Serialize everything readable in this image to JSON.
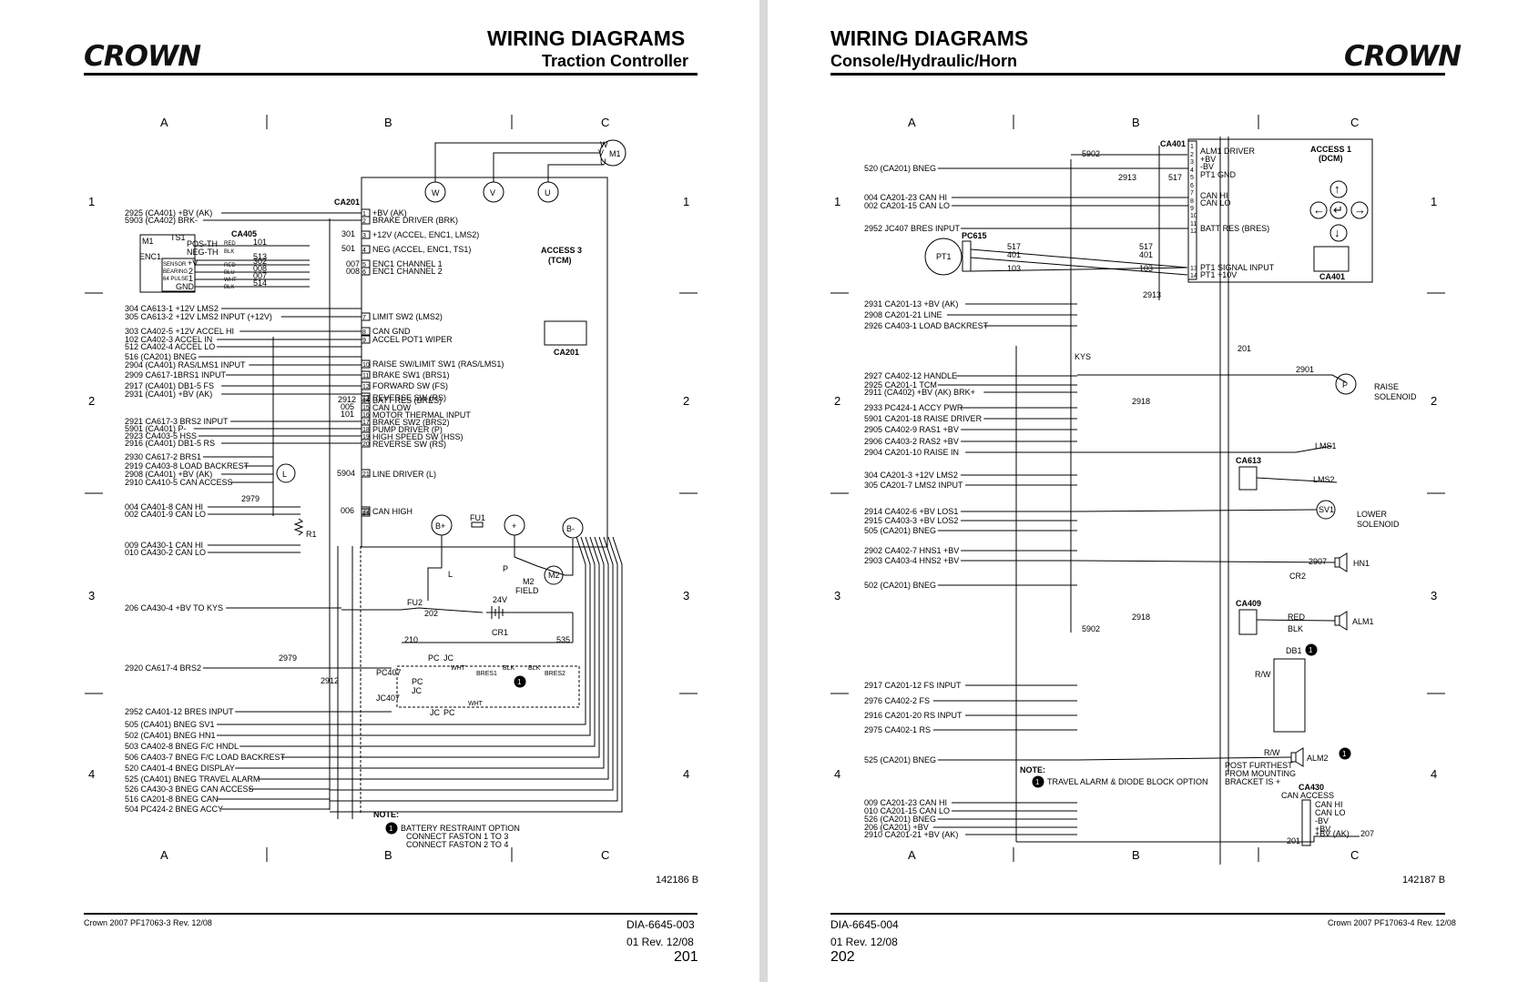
{
  "left": {
    "logo": "CROWN",
    "title": "WIRING DIAGRAMS",
    "subtitle": "Traction Controller",
    "col_labels": [
      "A",
      "B",
      "C"
    ],
    "row_labels": [
      "1",
      "2",
      "3",
      "4"
    ],
    "module": {
      "name": "ACCESS 3",
      "sub": "(TCM)",
      "connector": "CA201",
      "motor": "M1",
      "motor_terms": [
        "W",
        "V",
        "U"
      ],
      "batt_pos": "B+",
      "batt_neg": "B-",
      "fuse": "FU1",
      "plus": "+"
    },
    "left_wires": [
      "2925 (CA401) +BV (AK)",
      "5903 (CA402) BRK-",
      "304 CA613-1 +12V LMS2",
      "305 CA613-2 +12V LMS2 INPUT (+12V)",
      "303 CA402-5 +12V ACCEL HI",
      "102 CA402-3 ACCEL IN",
      "512 CA402-4 ACCEL LO",
      "516 (CA201) BNEG",
      "2904 (CA401) RAS/LMS1 INPUT",
      "2909 CA617-1BRS1 INPUT",
      "2917 (CA401) DB1-5 FS",
      "2931 (CA401) +BV (AK)",
      "2921 CA617-3 BRS2 INPUT",
      "5901 (CA401) P-",
      "2923 CA403-5 HSS",
      "2916 (CA401) DB1-5 RS",
      "2930 CA617-2 BRS1",
      "2919 CA403-8 LOAD BACKREST",
      "2908 (CA401) +BV (AK)",
      "2910 CA410-5 CAN ACCESS",
      "004 CA401-8 CAN HI",
      "002 CA401-9 CAN LO",
      "009 CA430-1 CAN HI",
      "010 CA430-2 CAN LO",
      "206 CA430-4 +BV TO KYS",
      "2920 CA617-4 BRS2",
      "2952 CA401-12 BRES INPUT",
      "505 (CA401) BNEG SV1",
      "502 (CA401) BNEG HN1",
      "503 CA402-8 BNEG F/C HNDL",
      "506 CA403-7 BNEG F/C LOAD BACKREST",
      "520 CA401-4 BNEG DISPLAY",
      "525 (CA401) BNEG TRAVEL ALARM",
      "526 CA430-3 BNEG CAN ACCESS",
      "516 CA201-8 BNEG CAN",
      "504 PC424-2 BNEG ACCY"
    ],
    "pins": [
      "+BV (AK)",
      "BRAKE DRIVER (BRK)",
      "+12V (ACCEL, ENC1, LMS2)",
      "NEG (ACCEL, ENC1, TS1)",
      "ENC1 CHANNEL 1",
      "ENC1 CHANNEL 2",
      "LIMIT SW2 (LMS2)",
      "CAN GND",
      "ACCEL POT1 WIPER",
      "RAISE SW/LIMIT SW1 (RAS/LMS1)",
      "BRAKE SW1 (BRS1)",
      "FORWARD SW (FS)",
      "REVERSE SW (RS)",
      "BATT RES (BRES)",
      "CAN LOW",
      "MOTOR THERMAL INPUT",
      "BRAKE SW2 (BRS2)",
      "PUMP DRIVER (P)",
      "HIGH SPEED SW (HSS)",
      "REVERSE SW (RS)",
      "LINE DRIVER (L)",
      "CAN HIGH"
    ],
    "pin_nums": [
      "1",
      "2",
      "3",
      "4",
      "5",
      "6",
      "7",
      "8",
      "9",
      "10",
      "11",
      "12",
      "13",
      "14",
      "15",
      "16",
      "17",
      "18",
      "19",
      "20",
      "21",
      "22",
      "23"
    ],
    "enc_box": {
      "m1": "M1",
      "ts1": "TS1",
      "enc1": "ENC1",
      "ca405": "CA405",
      "pos": "POS-TH",
      "neg": "NEG-TH",
      "labels": [
        "SENSOR",
        "BEARING",
        "64 PULSE"
      ],
      "sigs": [
        "+V",
        "2",
        "1",
        "GND"
      ],
      "colors": [
        "RED",
        "BLK",
        "RED",
        "BLU",
        "WHT",
        "BLK"
      ],
      "wires": [
        "101",
        "513",
        "302",
        "008",
        "007",
        "514"
      ]
    },
    "inner_wires": [
      "301",
      "501",
      "007",
      "008",
      "2912",
      "005",
      "101",
      "5904",
      "006",
      "2979",
      "2912",
      "210",
      "535",
      "202"
    ],
    "misc": {
      "R1": "R1",
      "L": "L",
      "FU2": "FU2",
      "CR1": "CR1",
      "24V": "24V",
      "M2": "M2",
      "FIELD": "FIELD",
      "P": "P",
      "PC": "PC",
      "JC": "JC",
      "PC407": "PC407",
      "JC407": "JC407",
      "BRES1": "BRES1",
      "BRES2": "BRES2",
      "WHT": "WHT",
      "BLK": "BLK",
      "L_field": "L"
    },
    "note_title": "NOTE:",
    "note_lines": [
      "BATTERY RESTRAINT OPTION",
      "CONNECT FASTON 1 TO 3",
      "CONNECT FASTON 2 TO 4"
    ],
    "note_marker": "1",
    "ref": "142186 B",
    "footer_left": "Crown 2007 PF17063-3 Rev. 12/08",
    "doc_id": "DIA-6645-003",
    "rev": "01 Rev. 12/08",
    "page_no": "201"
  },
  "right": {
    "logo": "CROWN",
    "title": "WIRING DIAGRAMS",
    "subtitle": "Console/Hydraulic/Horn",
    "col_labels": [
      "A",
      "B",
      "C"
    ],
    "row_labels": [
      "1",
      "2",
      "3",
      "4"
    ],
    "module": {
      "name": "ACCESS 1",
      "sub": "(DCM)",
      "connector": "CA401"
    },
    "pins": [
      "ALM1 DRIVER",
      "+BV",
      "-BV",
      "PT1 GND",
      "CAN HI",
      "CAN LO",
      "BATT RES (BRES)",
      "PT1 SIGNAL INPUT",
      "PT1 +10V"
    ],
    "left_wires": [
      "520 (CA201) BNEG",
      "004 CA201-23 CAN HI",
      "002 CA201-15 CAN LO",
      "2952 JC407 BRES INPUT",
      "2931 CA201-13 +BV (AK)",
      "2908 CA201-21 LINE",
      "2926 CA403-1 LOAD BACKREST",
      "2927 CA402-12 HANDLE",
      "2925 CA201-1 TCM",
      "2911 (CA402) +BV (AK) BRK+",
      "2933 PC424-1 ACCY PWR",
      "5901 CA201-18 RAISE DRIVER",
      "2905 CA402-9 RAS1 +BV",
      "2906 CA403-2 RAS2 +BV",
      "2904 CA201-10 RAISE IN",
      "304 CA201-3 +12V LMS2",
      "305 CA201-7 LMS2 INPUT",
      "2914 CA402-6 +BV LOS1",
      "2915 CA403-3 +BV LOS2",
      "505 (CA201) BNEG",
      "2902 CA402-7 HNS1 +BV",
      "2903 CA403-4 HNS2 +BV",
      "502 (CA201) BNEG",
      "2917 CA201-12 FS INPUT",
      "2976 CA402-2 FS",
      "2916 CA201-20 RS INPUT",
      "2975 CA402-1 RS",
      "525 (CA201) BNEG",
      "009 CA201-23 CAN HI",
      "010 CA201-15 CAN LO",
      "526 (CA201) BNEG",
      "206 (CA201) +BV",
      "2910 CA201-21 +BV (AK)"
    ],
    "inner_wires": [
      "5902",
      "2913",
      "517",
      "401",
      "103",
      "517",
      "401",
      "103",
      "2913",
      "201",
      "2901",
      "2918",
      "2907",
      "2918",
      "5902",
      "201",
      "207"
    ],
    "components": {
      "pt1": "PT1",
      "pc615": "PC615",
      "kys": "KYS",
      "p": "P",
      "raise": [
        "RAISE",
        "SOLENOID"
      ],
      "lms1": "LMS1",
      "lms2": "LMS2",
      "ca613": "CA613",
      "sv1": "SV1",
      "lower": [
        "LOWER",
        "SOLENOID"
      ],
      "hn1": "HN1",
      "cr2": "CR2",
      "ca409": "CA409",
      "red": "RED",
      "blk": "BLK",
      "alm1": "ALM1",
      "db1": "DB1",
      "rw": "R/W",
      "alm2": "ALM2",
      "post": [
        "POST FURTHEST",
        "FROM MOUNTING",
        "BRACKET IS +"
      ],
      "ca430": "CA430",
      "can_access": "CAN ACCESS",
      "ca430_pins": [
        "CAN HI",
        "CAN LO",
        "-BV",
        "+BV",
        "+BV (AK)"
      ]
    },
    "note_title": "NOTE:",
    "note_text": "TRAVEL ALARM & DIODE BLOCK OPTION",
    "note_marker": "1",
    "ref": "142187 B",
    "footer_right": "Crown 2007 PF17063-4 Rev. 12/08",
    "doc_id": "DIA-6645-004",
    "rev": "01 Rev. 12/08",
    "page_no": "202"
  }
}
